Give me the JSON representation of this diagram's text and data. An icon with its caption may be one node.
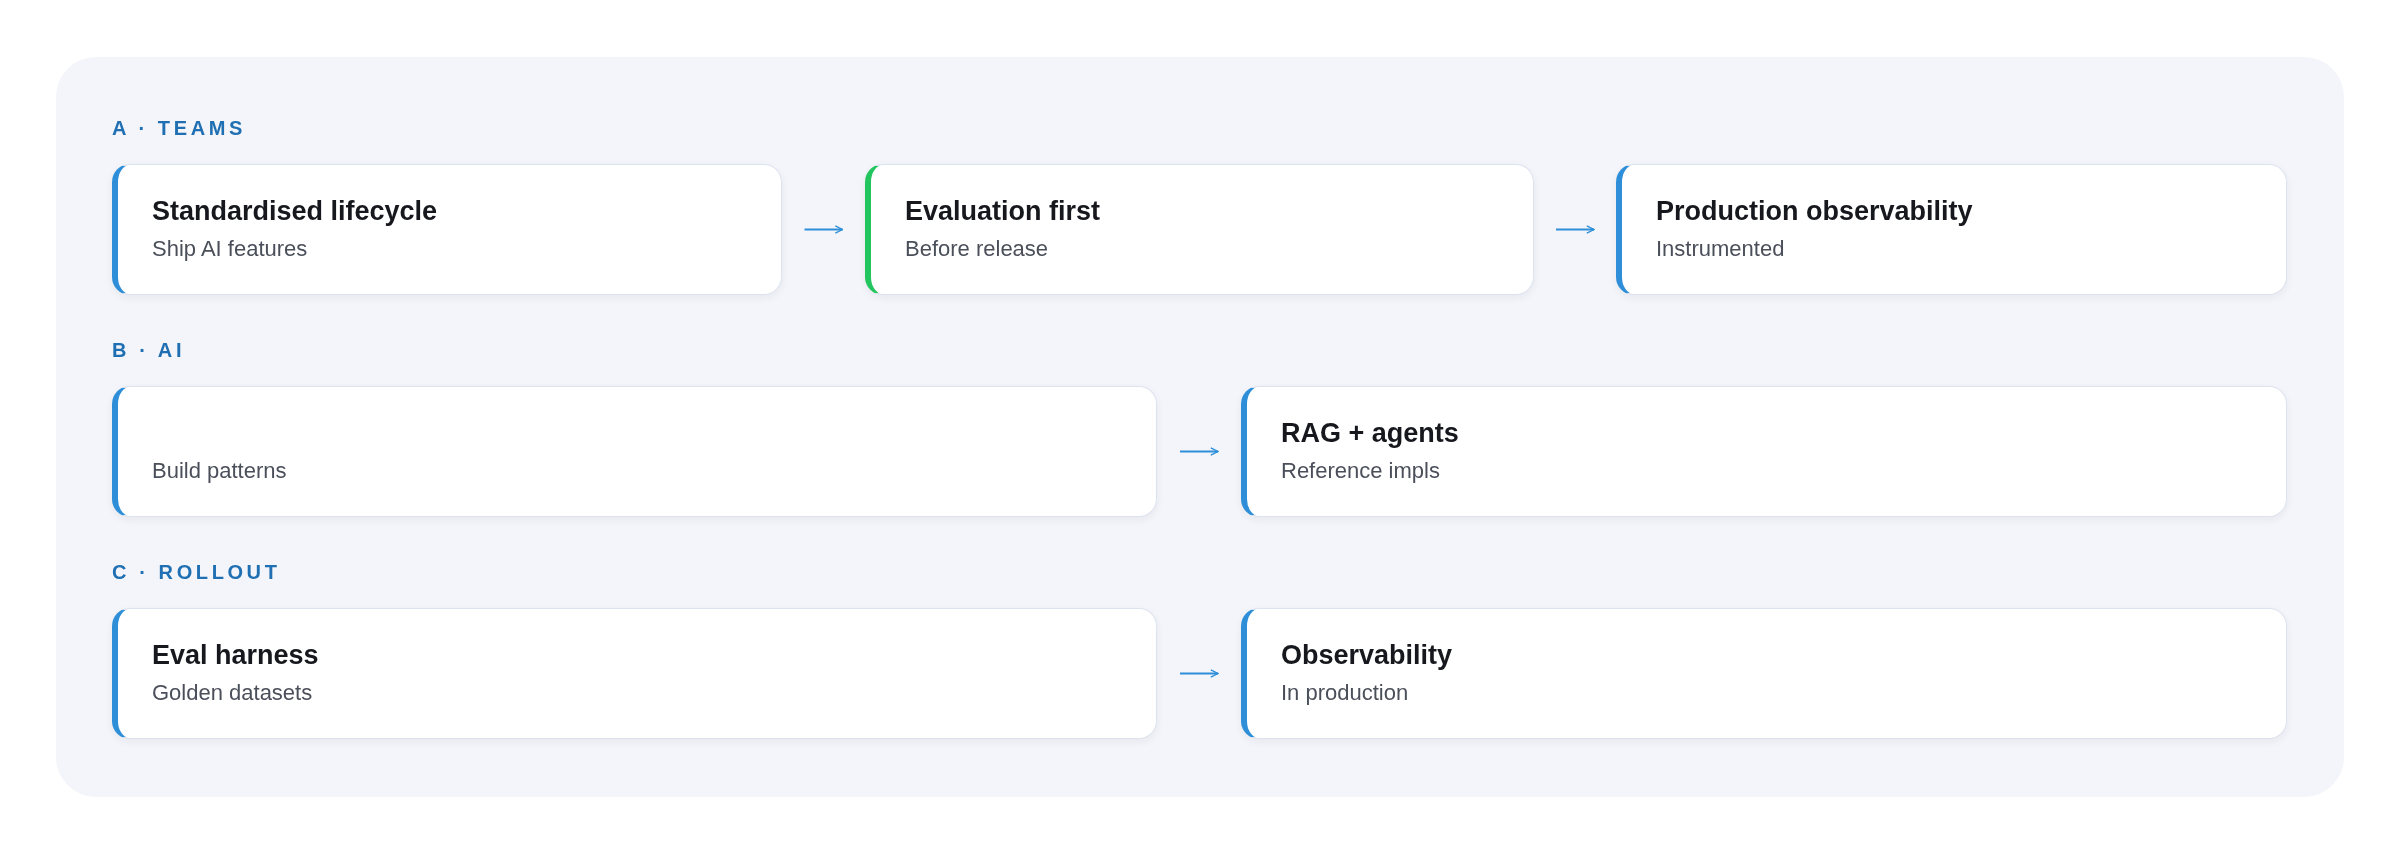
{
  "diagram": {
    "nodes": [
      {
        "text": [
          "Standardised lifecycle",
          "Ship AI features"
        ]
      },
      {
        "text": [
          "Evaluation first",
          "Before release"
        ]
      },
      {
        "text": [
          "Production observability",
          "Instrumented"
        ]
      },
      {
        "text": [
          "Build patterns"
        ]
      },
      {
        "text": [
          "RAG + agents",
          "Reference impls"
        ]
      },
      {
        "text": [
          "Eval harness",
          "Golden datasets"
        ]
      },
      {
        "text": [
          "Observability",
          "In production"
        ]
      }
    ],
    "edges": [
      {
        "from": 0,
        "to": 1,
        "arrow": "to"
      },
      {
        "from": 1,
        "to": 2,
        "arrow": "to"
      },
      {
        "from": 3,
        "to": 4,
        "arrow": "to"
      },
      {
        "from": 5,
        "to": 6,
        "arrow": "to"
      }
    ],
    "labels": [
      "A · TEAMS",
      "B · AI",
      "C · ROLLOUT"
    ]
  }
}
